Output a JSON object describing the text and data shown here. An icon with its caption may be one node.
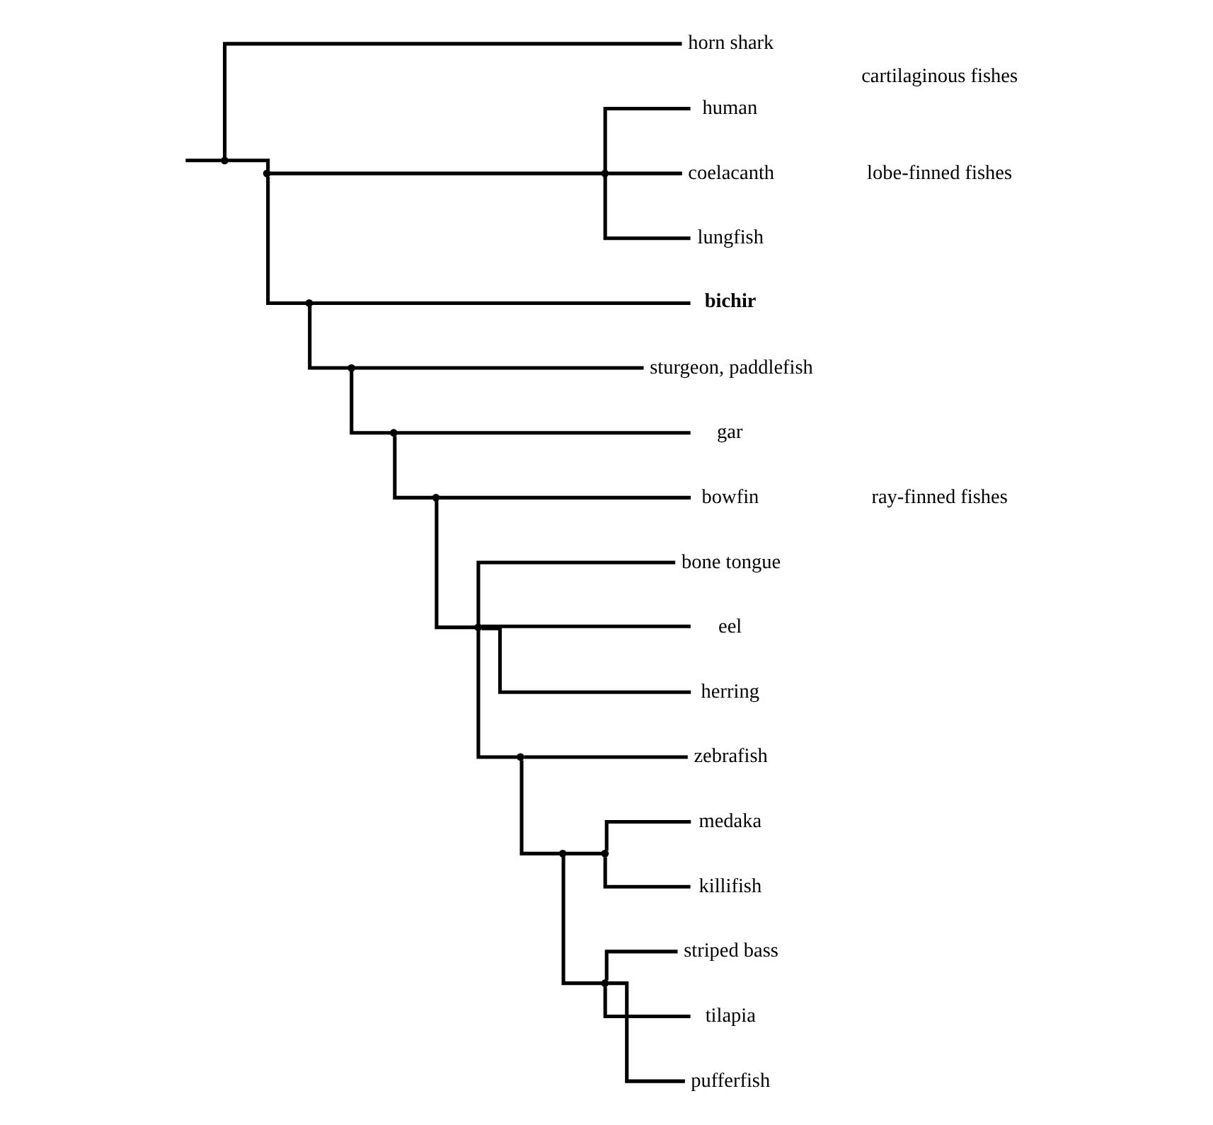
{
  "diagram": {
    "nodes": [
      {
        "text": [],
        "shape": "point"
      },
      {
        "text": [
          "horn shark"
        ]
      },
      {
        "text": [],
        "shape": "point"
      },
      {
        "text": [],
        "shape": "point"
      },
      {
        "text": [
          "human"
        ]
      },
      {
        "text": [
          "coelacanth"
        ]
      },
      {
        "text": [
          "lungfish"
        ]
      },
      {
        "text": [],
        "shape": "point"
      },
      {
        "text": [
          "bichir"
        ]
      },
      {
        "text": [],
        "shape": "point"
      },
      {
        "text": [
          "sturgeon, paddlefish"
        ]
      },
      {
        "text": [],
        "shape": "point"
      },
      {
        "text": [
          "gar"
        ]
      },
      {
        "text": [],
        "shape": "point"
      },
      {
        "text": [
          "bowfin"
        ]
      },
      {
        "text": [],
        "shape": "point"
      },
      {
        "text": [
          "bone tongue"
        ]
      },
      {
        "text": [
          "eel"
        ]
      },
      {
        "text": [
          "herring"
        ]
      },
      {
        "text": [],
        "shape": "point"
      },
      {
        "text": [
          "zebrafish"
        ]
      },
      {
        "text": [],
        "shape": "point"
      },
      {
        "text": [],
        "shape": "point"
      },
      {
        "text": [
          "medaka"
        ]
      },
      {
        "text": [
          "killifish"
        ]
      },
      {
        "text": [],
        "shape": "point"
      },
      {
        "text": [
          "striped bass"
        ]
      },
      {
        "text": [
          "tilapia"
        ]
      },
      {
        "text": [
          "pufferfish"
        ]
      }
    ],
    "edges": [
      {
        "from": null,
        "to": 0,
        "arrow": "none"
      },
      {
        "from": 0,
        "to": 1,
        "arrow": "none"
      },
      {
        "from": 0,
        "to": 2,
        "arrow": "none"
      },
      {
        "from": 2,
        "to": 3,
        "arrow": "none"
      },
      {
        "from": 3,
        "to": 4,
        "arrow": "none"
      },
      {
        "from": 3,
        "to": 5,
        "arrow": "none"
      },
      {
        "from": 3,
        "to": 6,
        "arrow": "none"
      },
      {
        "from": 2,
        "to": 7,
        "arrow": "none"
      },
      {
        "from": 7,
        "to": 8,
        "arrow": "none"
      },
      {
        "from": 7,
        "to": 9,
        "arrow": "none"
      },
      {
        "from": 9,
        "to": 10,
        "arrow": "none"
      },
      {
        "from": 9,
        "to": 11,
        "arrow": "none"
      },
      {
        "from": 11,
        "to": 12,
        "arrow": "none"
      },
      {
        "from": 11,
        "to": 13,
        "arrow": "none"
      },
      {
        "from": 13,
        "to": 14,
        "arrow": "none"
      },
      {
        "from": 13,
        "to": 15,
        "arrow": "none"
      },
      {
        "from": 15,
        "to": 16,
        "arrow": "none"
      },
      {
        "from": 15,
        "to": 17,
        "arrow": "none"
      },
      {
        "from": 15,
        "to": 18,
        "arrow": "none"
      },
      {
        "from": 15,
        "to": 19,
        "arrow": "none"
      },
      {
        "from": 19,
        "to": 20,
        "arrow": "none"
      },
      {
        "from": 19,
        "to": 21,
        "arrow": "none"
      },
      {
        "from": 21,
        "to": 22,
        "arrow": "none"
      },
      {
        "from": 22,
        "to": 23,
        "arrow": "none"
      },
      {
        "from": 22,
        "to": 24,
        "arrow": "none"
      },
      {
        "from": 21,
        "to": 25,
        "arrow": "none"
      },
      {
        "from": 25,
        "to": 26,
        "arrow": "none"
      },
      {
        "from": 25,
        "to": 27,
        "arrow": "none"
      },
      {
        "from": 25,
        "to": 28,
        "arrow": "none"
      }
    ],
    "labels": [
      "cartilaginous fishes",
      "lobe-finned fishes",
      "ray-finned fishes"
    ]
  }
}
